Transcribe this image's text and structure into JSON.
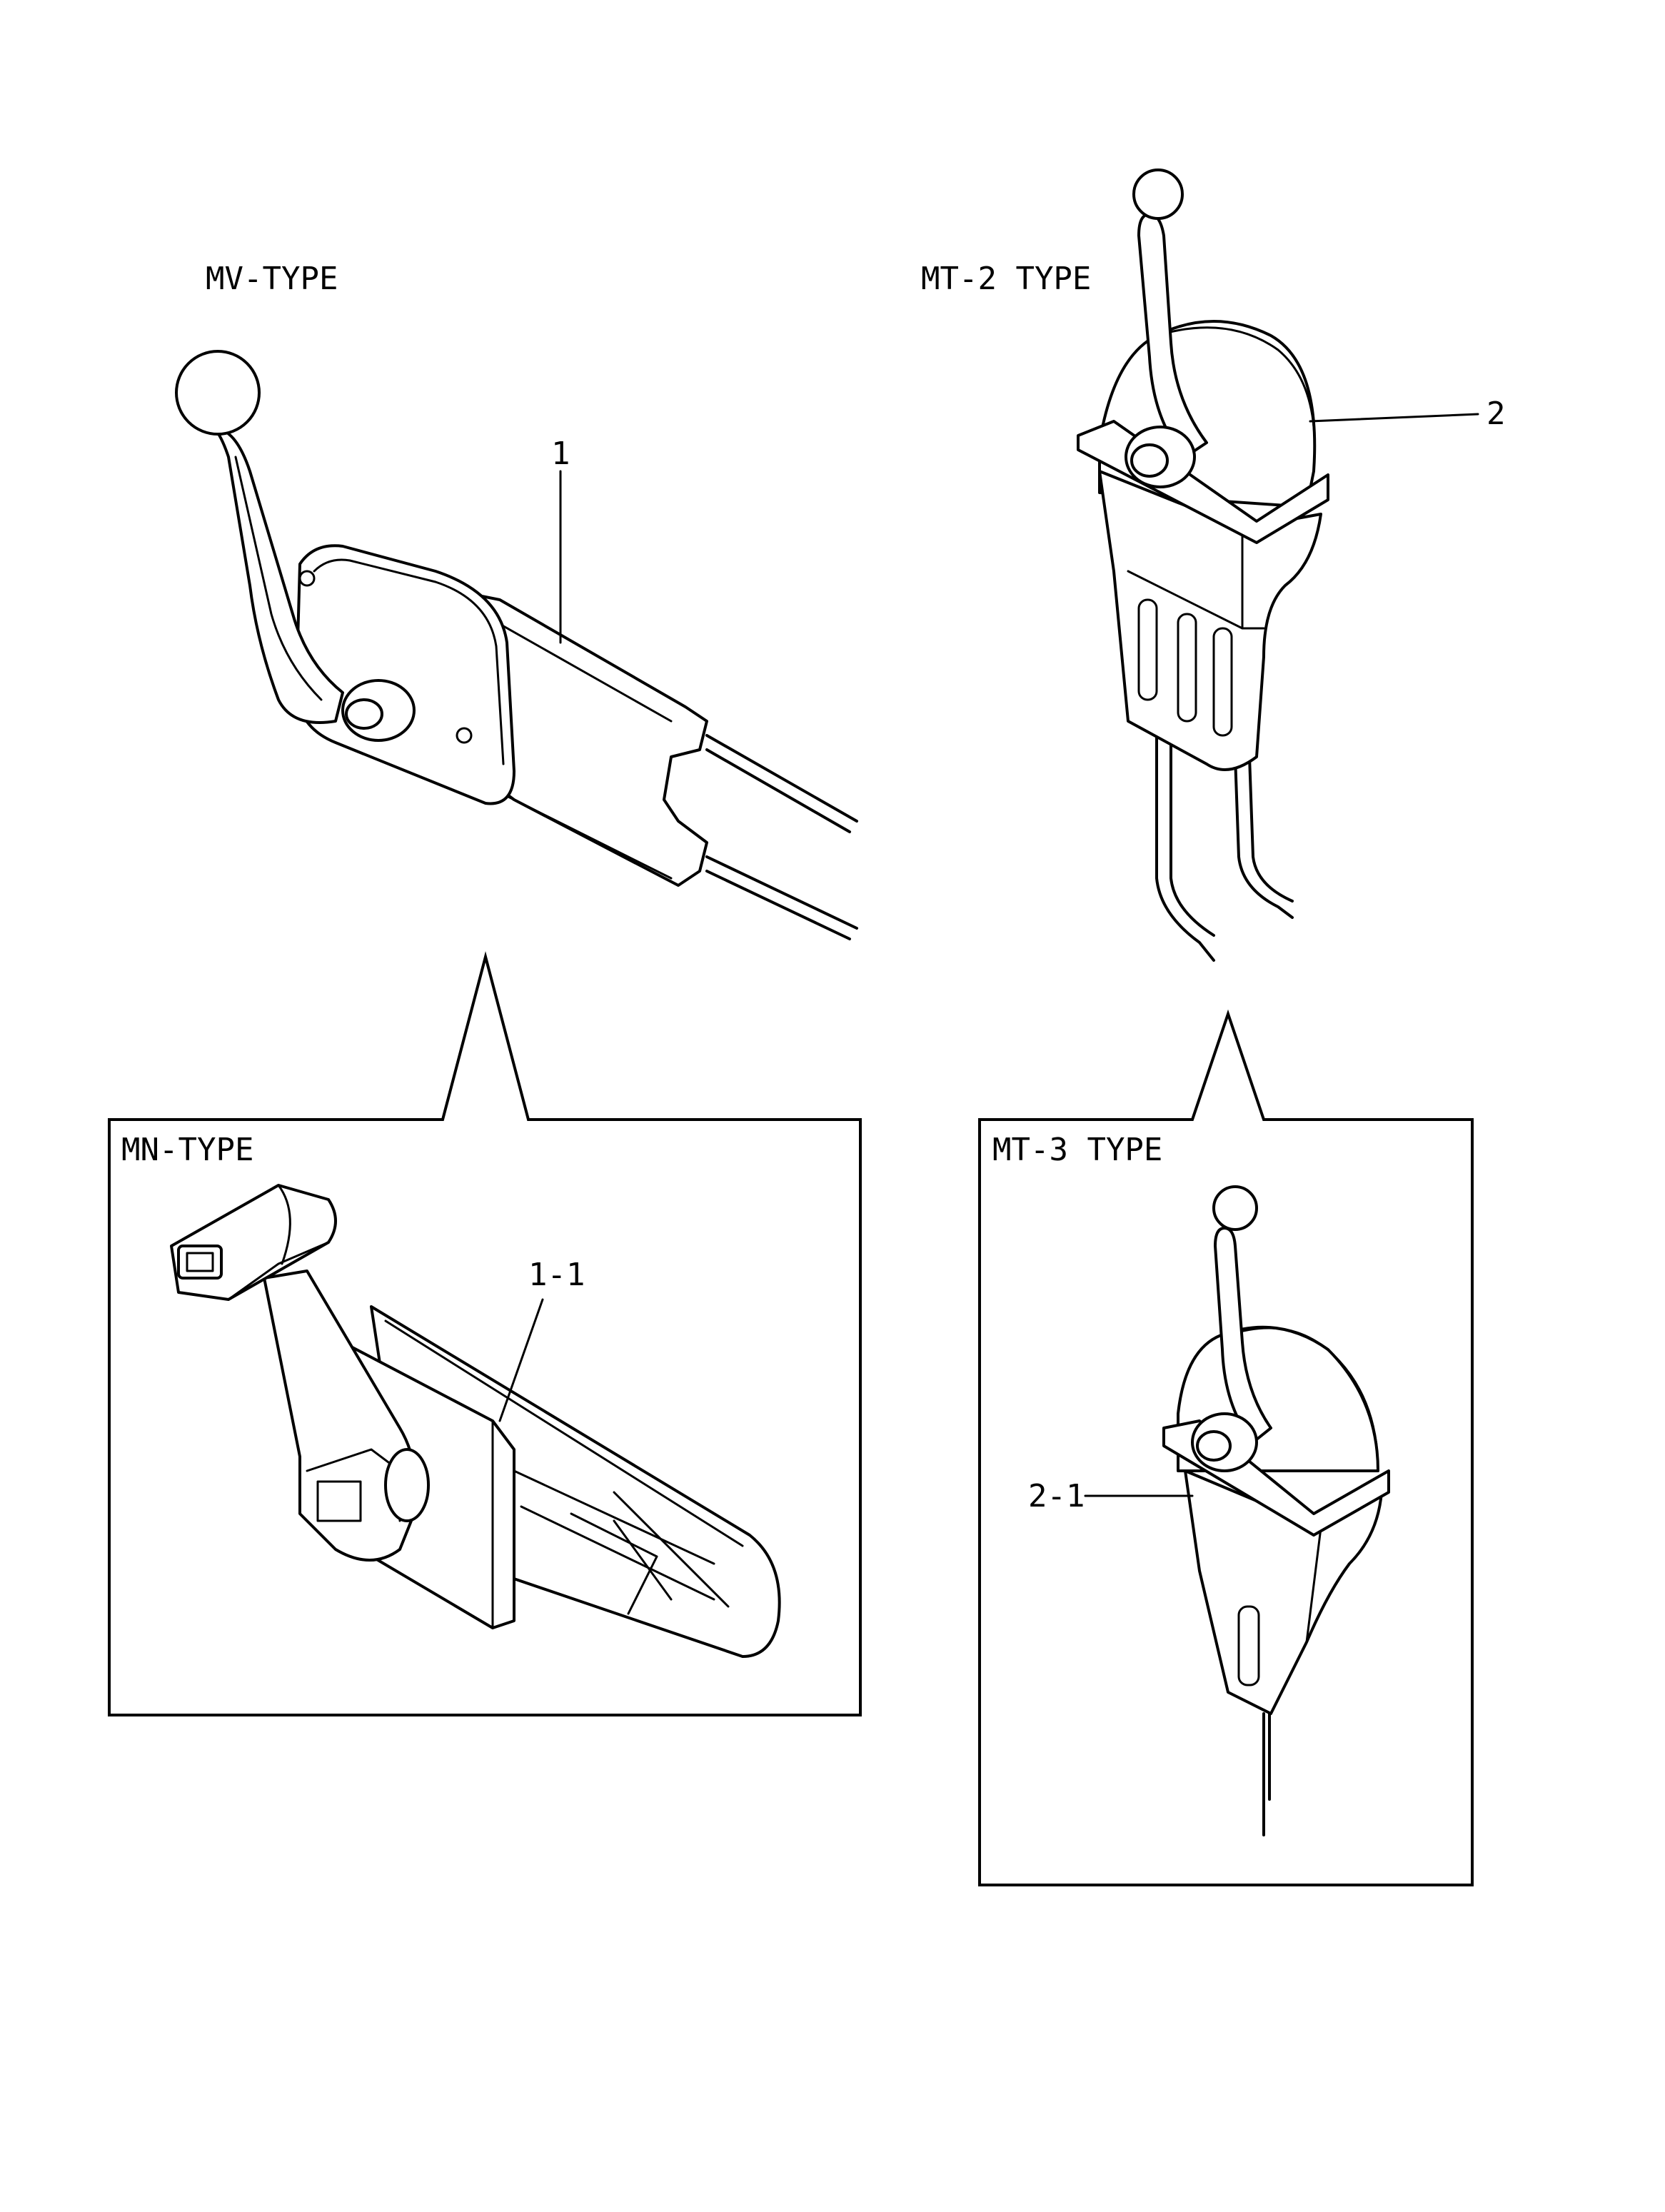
{
  "labels": {
    "mv_type": "MV-TYPE",
    "mt2_type": "MT-2 TYPE",
    "mn_type": "MN-TYPE",
    "mt3_type": "MT-3 TYPE"
  },
  "callouts": {
    "part_1": "1",
    "part_2": "2",
    "part_1_1": "1-1",
    "part_2_1": "2-1"
  }
}
